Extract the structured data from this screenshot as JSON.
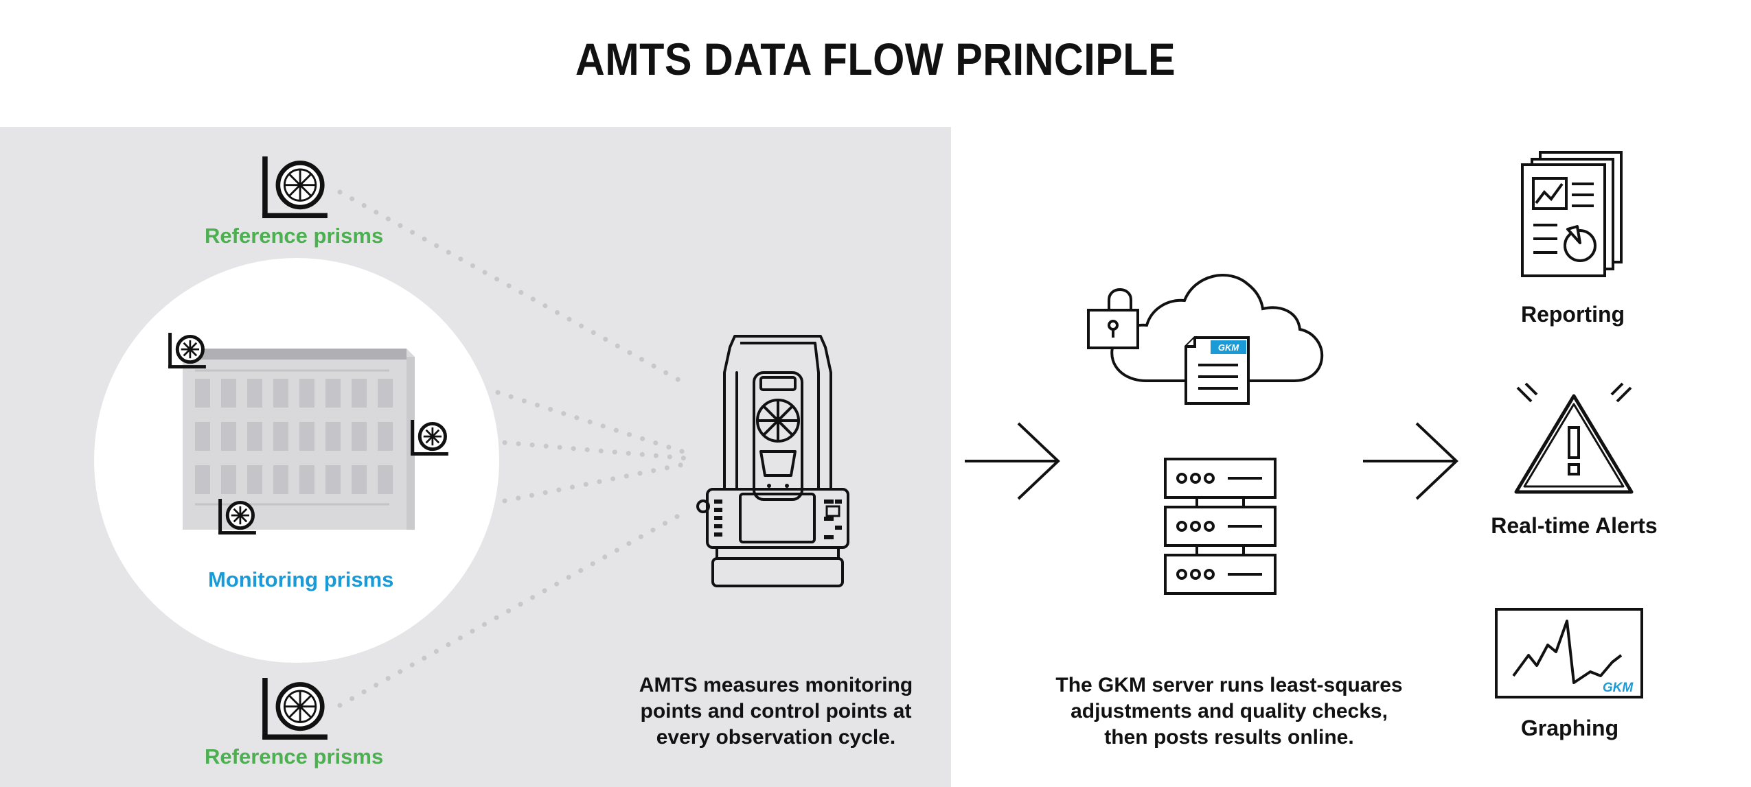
{
  "title": "AMTS DATA FLOW PRINCIPLE",
  "labels": {
    "reference_top": "Reference prisms",
    "monitoring": "Monitoring prisms",
    "reference_bottom": "Reference prisms",
    "reporting": "Reporting",
    "alerts": "Real-time Alerts",
    "graphing": "Graphing"
  },
  "captions": {
    "amts": [
      "AMTS measures monitoring",
      "points and control points at",
      "every observation cycle."
    ],
    "server": [
      "The GKM server runs least-squares",
      "adjustments and quality checks,",
      "then posts results online."
    ]
  },
  "badges": {
    "cloud_doc": "GKM",
    "graph": "GKM"
  },
  "colors": {
    "panel": "#e5e5e7",
    "green": "#4caf50",
    "blue": "#1a9ad6",
    "ink": "#111111"
  }
}
